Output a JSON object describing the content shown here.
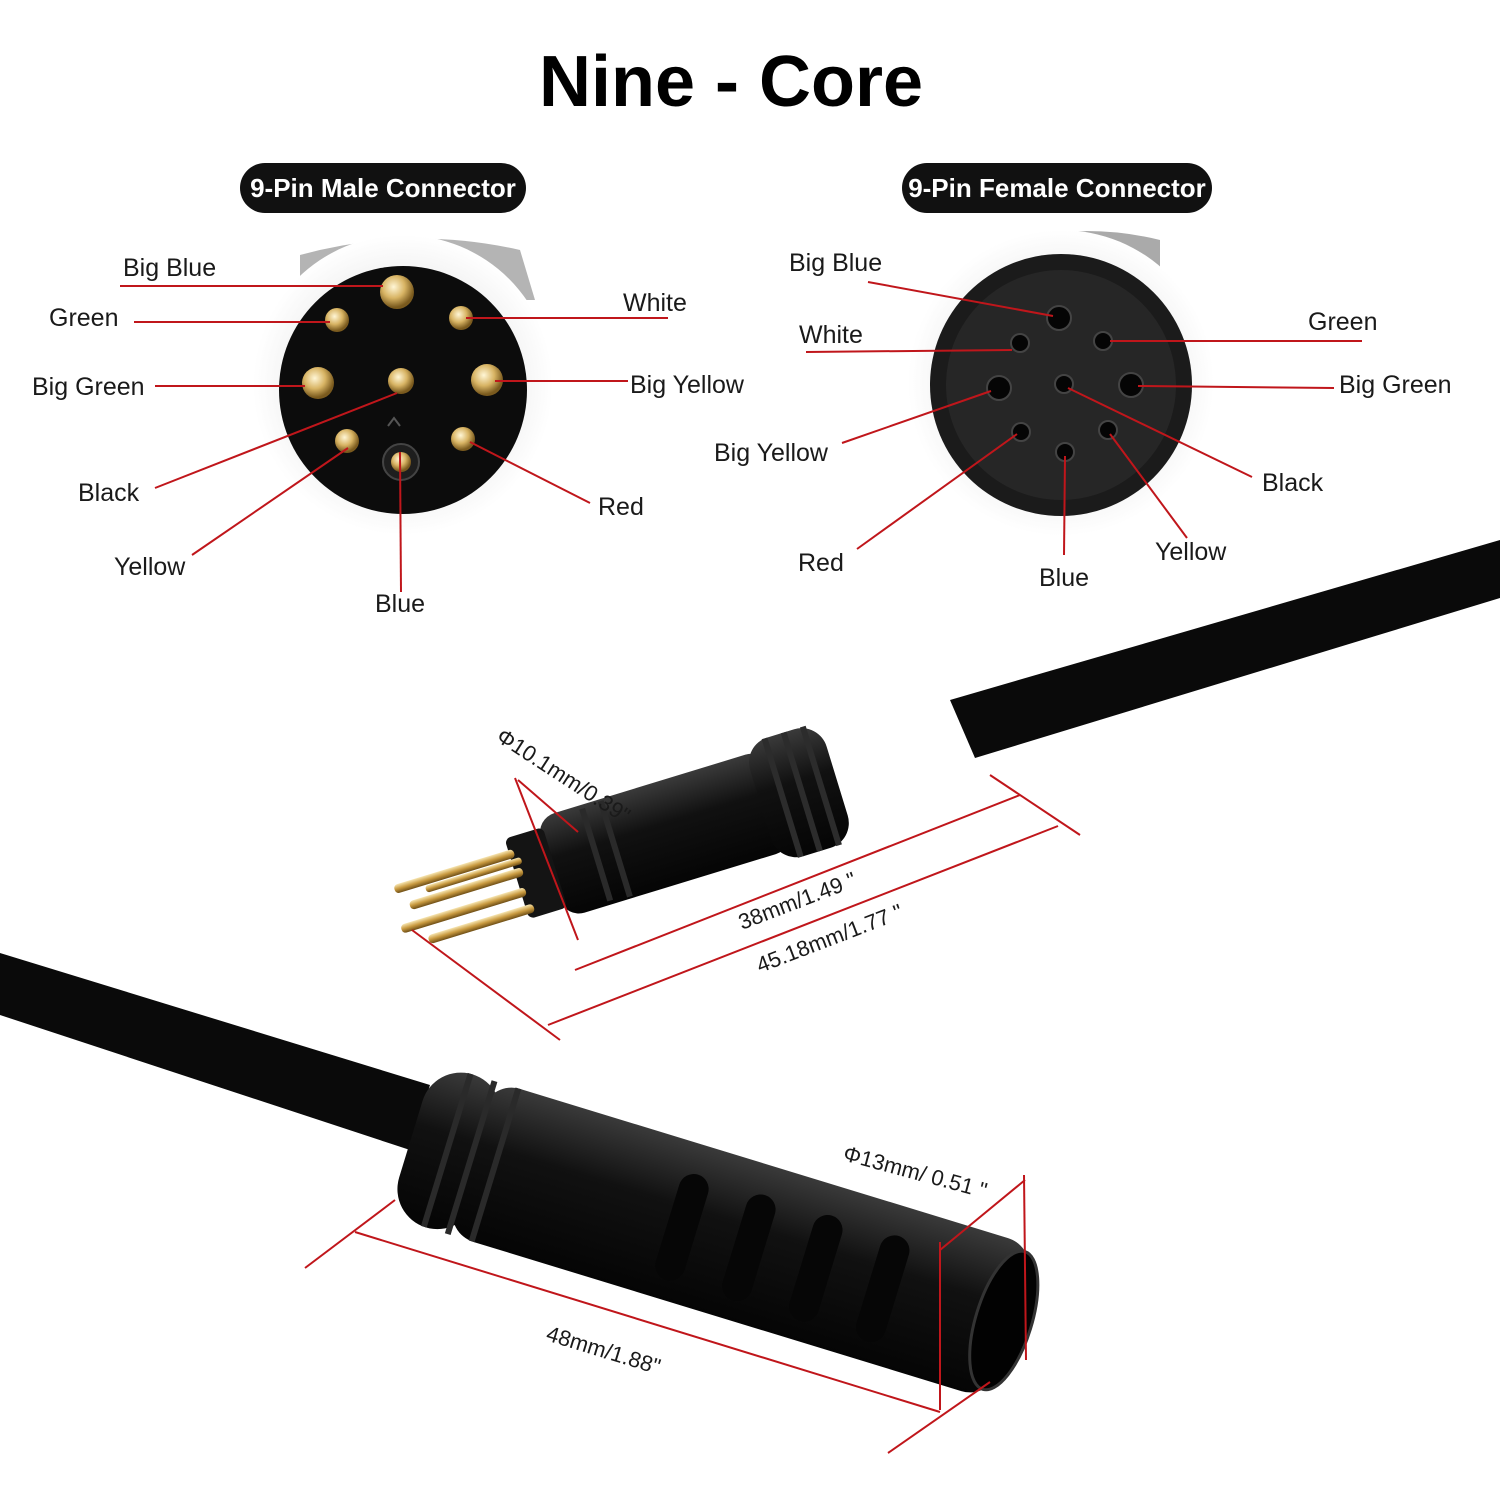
{
  "title": "Nine - Core",
  "male_connector": {
    "heading": "9-Pin Male Connector",
    "pins": [
      "Big Blue",
      "Green",
      "White",
      "Big Green",
      "Big Yellow",
      "Black",
      "Red",
      "Yellow",
      "Blue"
    ]
  },
  "female_connector": {
    "heading": "9-Pin Female Connector",
    "pins": [
      "Big Blue",
      "White",
      "Green",
      "Big Green",
      "Big Yellow",
      "Black",
      "Yellow",
      "Red",
      "Blue"
    ]
  },
  "male_dimensions": {
    "diameter": "Φ10.1mm/0.39\"",
    "body_length": "38mm/1.49 \"",
    "total_length": "45.18mm/1.77 \""
  },
  "female_dimensions": {
    "diameter": "Φ13mm/ 0.51 \"",
    "length": "48mm/1.88\""
  },
  "colors": {
    "accent_line": "#c0161b",
    "pill_background": "#111111",
    "pin_gold": "#d8b464"
  }
}
